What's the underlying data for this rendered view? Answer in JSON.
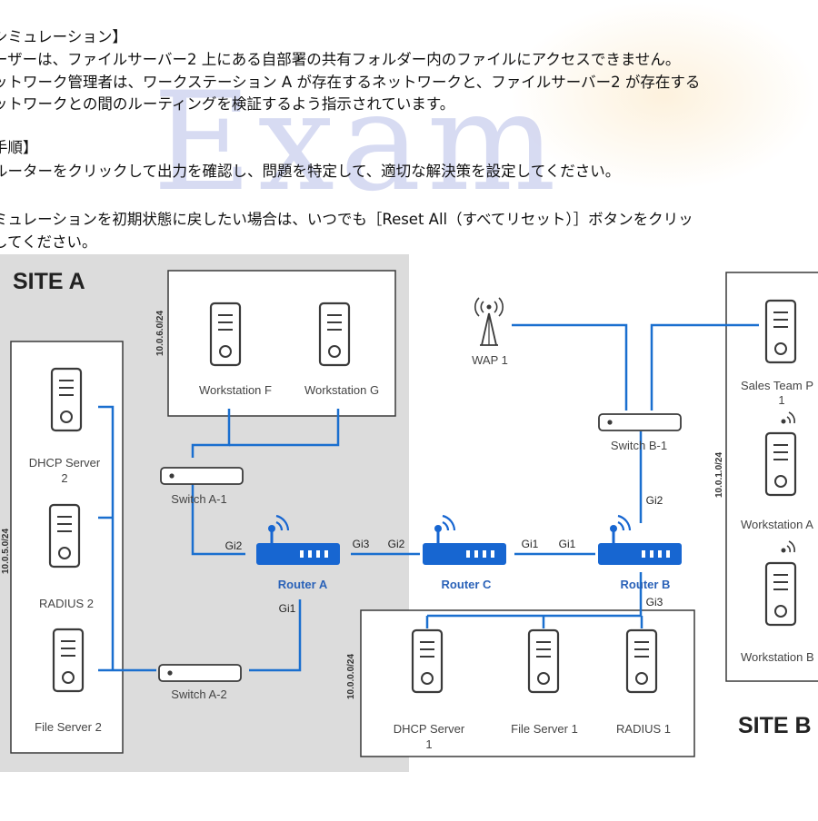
{
  "instructions": {
    "line1": "シミュレーション】",
    "line2": "ーザーは、ファイルサーバー2 上にある自部署の共有フォルダー内のファイルにアクセスできません。",
    "line3": "ットワーク管理者は、ワークステーション A が存在するネットワークと、ファイルサーバー2 が存在する",
    "line4": "ットワークとの間のルーティングを検証するよう指示されています。",
    "line5": "手順】",
    "line6": "ルーターをクリックして出力を確認し、問題を特定して、適切な解決策を設定してください。",
    "line7": "ミュレーションを初期状態に戻したい場合は、いつでも［Reset All（すべてリセット）］ボタンをクリッ",
    "line8": "してください。"
  },
  "watermark": "Exam",
  "diagram": {
    "site_a_title": "SITE A",
    "site_b_title": "SITE B",
    "subnets": {
      "ws_fg": "10.0.6.0/24",
      "servers_a": "10.0.5.0/24",
      "site_b": "10.0.1.0/24",
      "servers_c": "10.0.0.0/24"
    },
    "devices": {
      "workstation_f": "Workstation F",
      "workstation_g": "Workstation G",
      "dhcp_server_2_l1": "DHCP Server",
      "dhcp_server_2_l2": "2",
      "radius_2": "RADIUS 2",
      "file_server_2": "File Server 2",
      "switch_a1": "Switch A-1",
      "switch_a2": "Switch A-2",
      "router_a": "Router A",
      "router_c": "Router C",
      "router_b": "Router B",
      "wap1": "WAP 1",
      "switch_b1": "Switch B-1",
      "sales_team_l1": "Sales Team P",
      "sales_team_l2": "1",
      "workstation_a": "Workstation A",
      "workstation_b": "Workstation B",
      "dhcp_server_1_l1": "DHCP Server",
      "dhcp_server_1_l2": "1",
      "file_server_1": "File Server 1",
      "radius_1": "RADIUS 1"
    },
    "interfaces": {
      "ra_gi2": "Gi2",
      "ra_gi3": "Gi3",
      "ra_gi1": "Gi1",
      "rc_gi2": "Gi2",
      "rc_gi1": "Gi1",
      "rb_gi1": "Gi1",
      "rb_gi2": "Gi2",
      "rb_gi3": "Gi3"
    },
    "colors": {
      "link": "#1a6fcf",
      "router": "#1766d1",
      "router_label": "#2a62b8",
      "site_a_bg": "#dcdcdc",
      "box_stroke": "#3a3a3a"
    }
  }
}
